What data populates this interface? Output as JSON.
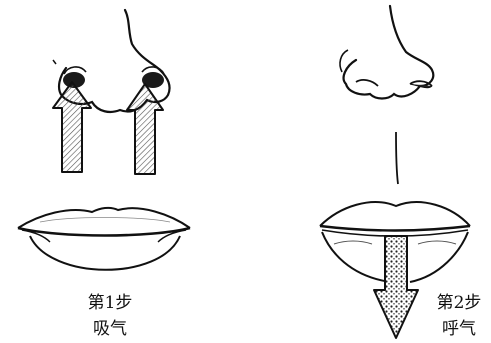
{
  "steps": [
    {
      "step": "第1步",
      "action": "吸气"
    },
    {
      "step": "第2步",
      "action": "呼气"
    }
  ],
  "colors": {
    "ink": "#111111",
    "paper": "#ffffff",
    "hatch": "#555555",
    "nostril_fill": "#1a1a1a"
  },
  "icons": [
    "nose-icon",
    "lips-icon",
    "inhale-arrow-icon",
    "exhale-arrow-icon"
  ]
}
